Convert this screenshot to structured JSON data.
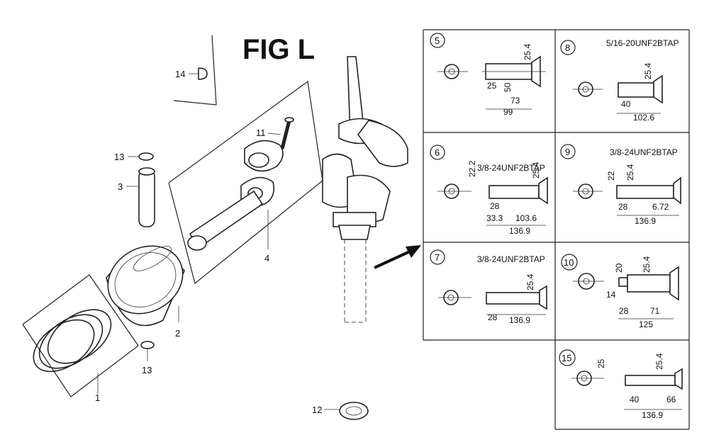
{
  "figure": {
    "title": "FIG L"
  },
  "callouts": {
    "c1": "1",
    "c2": "2",
    "c3": "3",
    "c4": "4",
    "c11": "11",
    "c12": "12",
    "c13a": "13",
    "c13b": "13",
    "c14": "14"
  },
  "panels": [
    {
      "num": "5",
      "thread": "",
      "dims": [
        "25",
        "50",
        "73",
        "99",
        "25.4"
      ]
    },
    {
      "num": "8",
      "thread": "5/16-20UNF2BTAP",
      "dims": [
        "40",
        "102.6",
        "25.4"
      ]
    },
    {
      "num": "6",
      "thread": "3/8-24UNF2BTAP",
      "dims": [
        "22.2",
        "25.4",
        "28",
        "33.3",
        "103.6",
        "136.9"
      ]
    },
    {
      "num": "9",
      "thread": "3/8-24UNF2BTAP",
      "dims": [
        "22",
        "25.4",
        "28",
        "6.72",
        "136.9"
      ]
    },
    {
      "num": "7",
      "thread": "3/8-24UNF2BTAP",
      "dims": [
        "25.4",
        "28",
        "136.9"
      ]
    },
    {
      "num": "10",
      "thread": "",
      "dims": [
        "20",
        "25.4",
        "14",
        "28",
        "71",
        "125"
      ]
    },
    {
      "num": "15",
      "thread": "",
      "dims": [
        "25",
        "25.4",
        "40",
        "66",
        "136.9"
      ]
    }
  ]
}
